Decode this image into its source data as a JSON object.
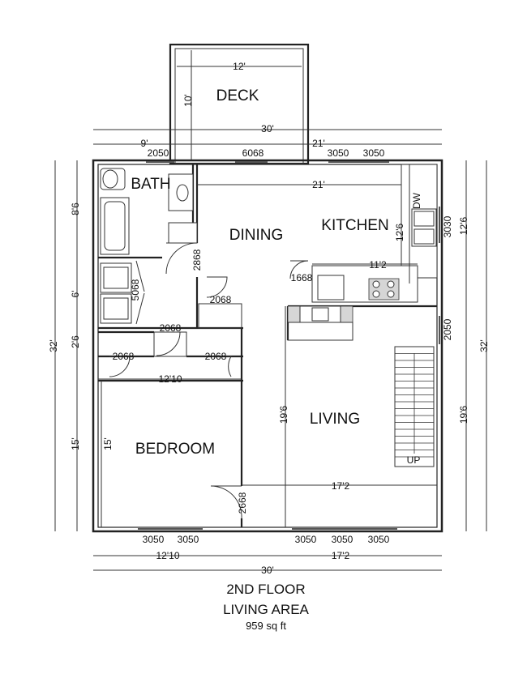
{
  "rooms": {
    "deck": "DECK",
    "bath": "BATH",
    "dining": "DINING",
    "kitchen": "KITCHEN",
    "living": "LIVING",
    "bedroom": "BEDROOM"
  },
  "dimensions": {
    "deck_width": "12'",
    "deck_depth": "10'",
    "overall_top": "30'",
    "top_left": "9'",
    "top_right": "21'",
    "dining_width": "21'",
    "kitchen_counter": "11'2",
    "kitchen_depth": "12'6",
    "right_upper": "12'6",
    "right_lower": "19'6",
    "living_height": "19'6",
    "living_width": "17'2",
    "left_overall": "32'",
    "right_overall": "32'",
    "left_bath": "8'6",
    "left_laundry": "6'",
    "left_hall": "2'6",
    "left_bedroom": "15'",
    "bedroom_width": "12'10",
    "bedroom_height": "15'",
    "bottom_left": "12'10",
    "bottom_right": "17'2",
    "overall_bottom": "30'"
  },
  "openings": {
    "w_top_bath": "2050",
    "door_top_slider": "6068",
    "w_top_1": "3050",
    "w_top_2": "3050",
    "w_kitchen_right": "3030",
    "w_living_right": "2050",
    "door_dining": "2868",
    "door_laundry": "5068",
    "door_hall": "2068",
    "door_hall2": "2068",
    "door_bed1": "2068",
    "door_bed2": "2068",
    "door_pantry": "1668",
    "door_bedroom": "2668",
    "w_bottom_1": "3050",
    "w_bottom_2": "3050",
    "w_bottom_3": "3050",
    "w_bottom_4": "3050",
    "w_bottom_5": "3050"
  },
  "fixtures": {
    "dw": "DW",
    "up": "UP"
  },
  "footer": {
    "title1": "2ND FLOOR",
    "title2": "LIVING AREA",
    "area": "959 sq ft"
  }
}
